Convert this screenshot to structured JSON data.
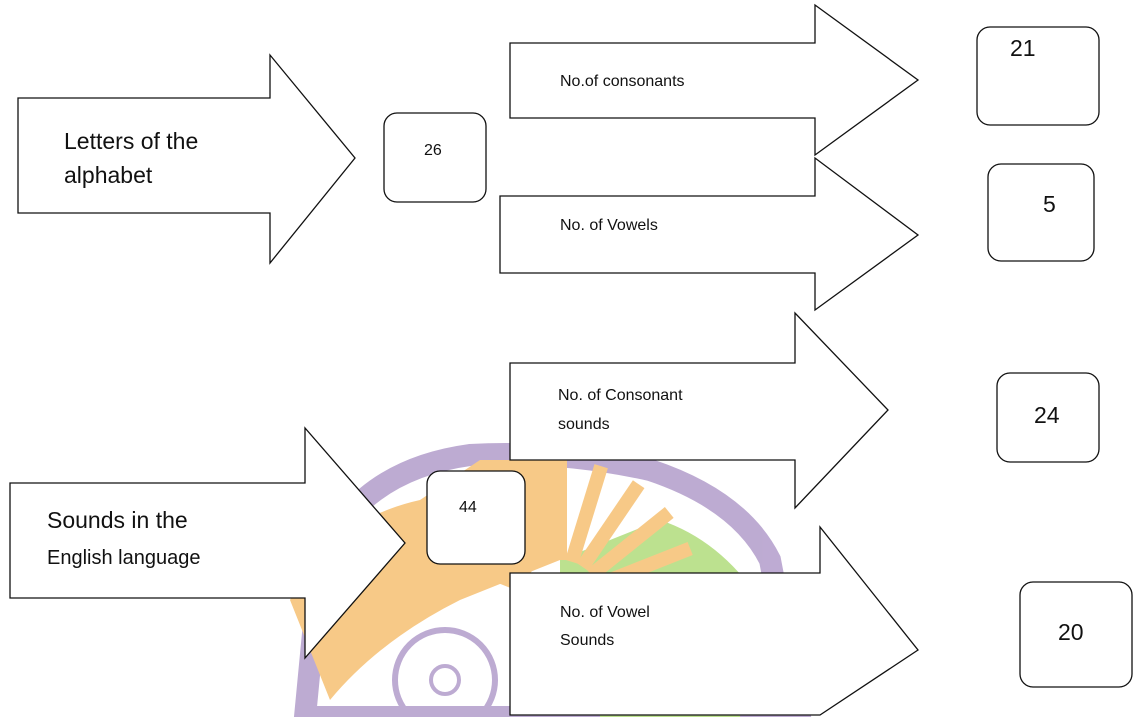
{
  "colors": {
    "stroke": "#111111",
    "fill": "#ffffff",
    "watermark_orange": "#f5b860",
    "watermark_purple": "#a88fc4",
    "watermark_green": "#a6d86a"
  },
  "icons": [
    "university-logo-watermark"
  ],
  "letters": {
    "label_line1": "Letters of the",
    "label_line2": "alphabet",
    "total": "26",
    "consonants_label": "No.of consonants",
    "consonants_value": "21",
    "vowels_label": "No. of Vowels",
    "vowels_value": "5"
  },
  "sounds": {
    "label_line1": "Sounds in the",
    "label_line2": "English language",
    "total": "44",
    "consonant_sounds_line1": "No. of Consonant",
    "consonant_sounds_line2": "sounds",
    "consonant_sounds_value": "24",
    "vowel_sounds_line1": "No. of Vowel",
    "vowel_sounds_line2": "Sounds",
    "vowel_sounds_value": "20"
  }
}
